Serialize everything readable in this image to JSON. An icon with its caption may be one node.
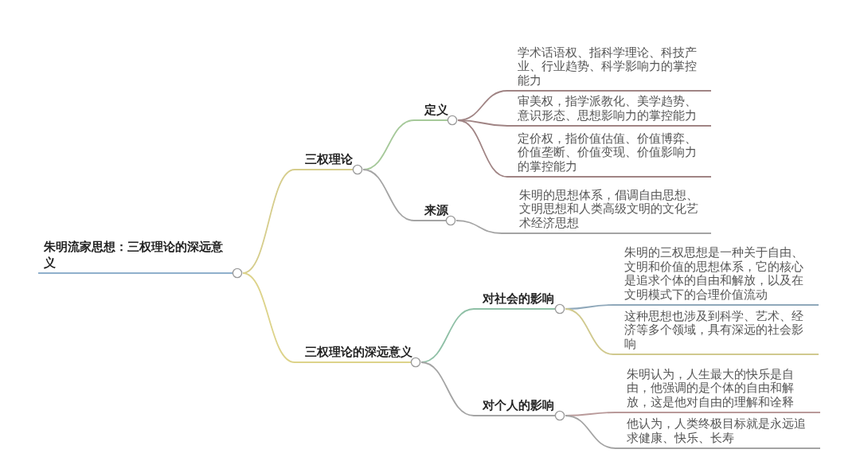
{
  "diagram": {
    "nodes": [
      {
        "text": [
          "朱明流家思想：三权理论的深远意义"
        ]
      },
      {
        "text": [
          "三权理论"
        ]
      },
      {
        "text": [
          "定义"
        ]
      },
      {
        "text": [
          "学术话语权、指科学理论、科技产业、行业趋势、科学影响力的掌控能力"
        ]
      },
      {
        "text": [
          "审美权，指学派教化、美学趋势、意识形态、思想影响力的掌控能力"
        ]
      },
      {
        "text": [
          "定价权，指价值估值、价值博弈、价值垄断、价值变现、价值影响力的掌控能力"
        ]
      },
      {
        "text": [
          "来源"
        ]
      },
      {
        "text": [
          "朱明的思想体系，倡调自由思想、文明思想和人类高级文明的文化艺术经济思想"
        ]
      },
      {
        "text": [
          "三权理论的深远意义"
        ]
      },
      {
        "text": [
          "对社会的影响"
        ]
      },
      {
        "text": [
          "朱明的三权思想是一种关于自由、文明和价值的思想体系，它的核心是追求个体的自由和解放，以及在文明模式下的合理价值流动"
        ]
      },
      {
        "text": [
          "这种思想也涉及到科学、艺术、经济等多个领域，具有深远的社会影响"
        ]
      },
      {
        "text": [
          "对个人的影响"
        ]
      },
      {
        "text": [
          "朱明认为，人生最大的快乐是自由，他强调的是个体的自由和解放，这是他对自由的理解和诠释"
        ]
      },
      {
        "text": [
          "他认为，人类终极目标就是永远追求健康、快乐、长寿"
        ]
      }
    ],
    "edges": [
      {
        "from": 0,
        "to": 1,
        "arrow": "none",
        "color": "#d6cd8c"
      },
      {
        "from": 0,
        "to": 8,
        "arrow": "none",
        "color": "#ddd38a"
      },
      {
        "from": 1,
        "to": 2,
        "arrow": "none",
        "color": "#a6c99a"
      },
      {
        "from": 1,
        "to": 6,
        "arrow": "none"
      },
      {
        "from": 2,
        "to": 3,
        "arrow": "none",
        "color": "#a08484"
      },
      {
        "from": 2,
        "to": 4,
        "arrow": "none",
        "color": "#a08484"
      },
      {
        "from": 2,
        "to": 5,
        "arrow": "none",
        "color": "#a08484"
      },
      {
        "from": 6,
        "to": 7,
        "arrow": "none"
      },
      {
        "from": 8,
        "to": 9,
        "arrow": "none",
        "color": "#8fc0a6"
      },
      {
        "from": 8,
        "to": 12,
        "arrow": "none"
      },
      {
        "from": 9,
        "to": 10,
        "arrow": "none",
        "color": "#8fa8ba"
      },
      {
        "from": 9,
        "to": 11,
        "arrow": "none",
        "color": "#d0c98e"
      },
      {
        "from": 12,
        "to": 13,
        "arrow": "none",
        "color": "#b99a9a"
      },
      {
        "from": 12,
        "to": 14,
        "arrow": "none"
      }
    ]
  }
}
